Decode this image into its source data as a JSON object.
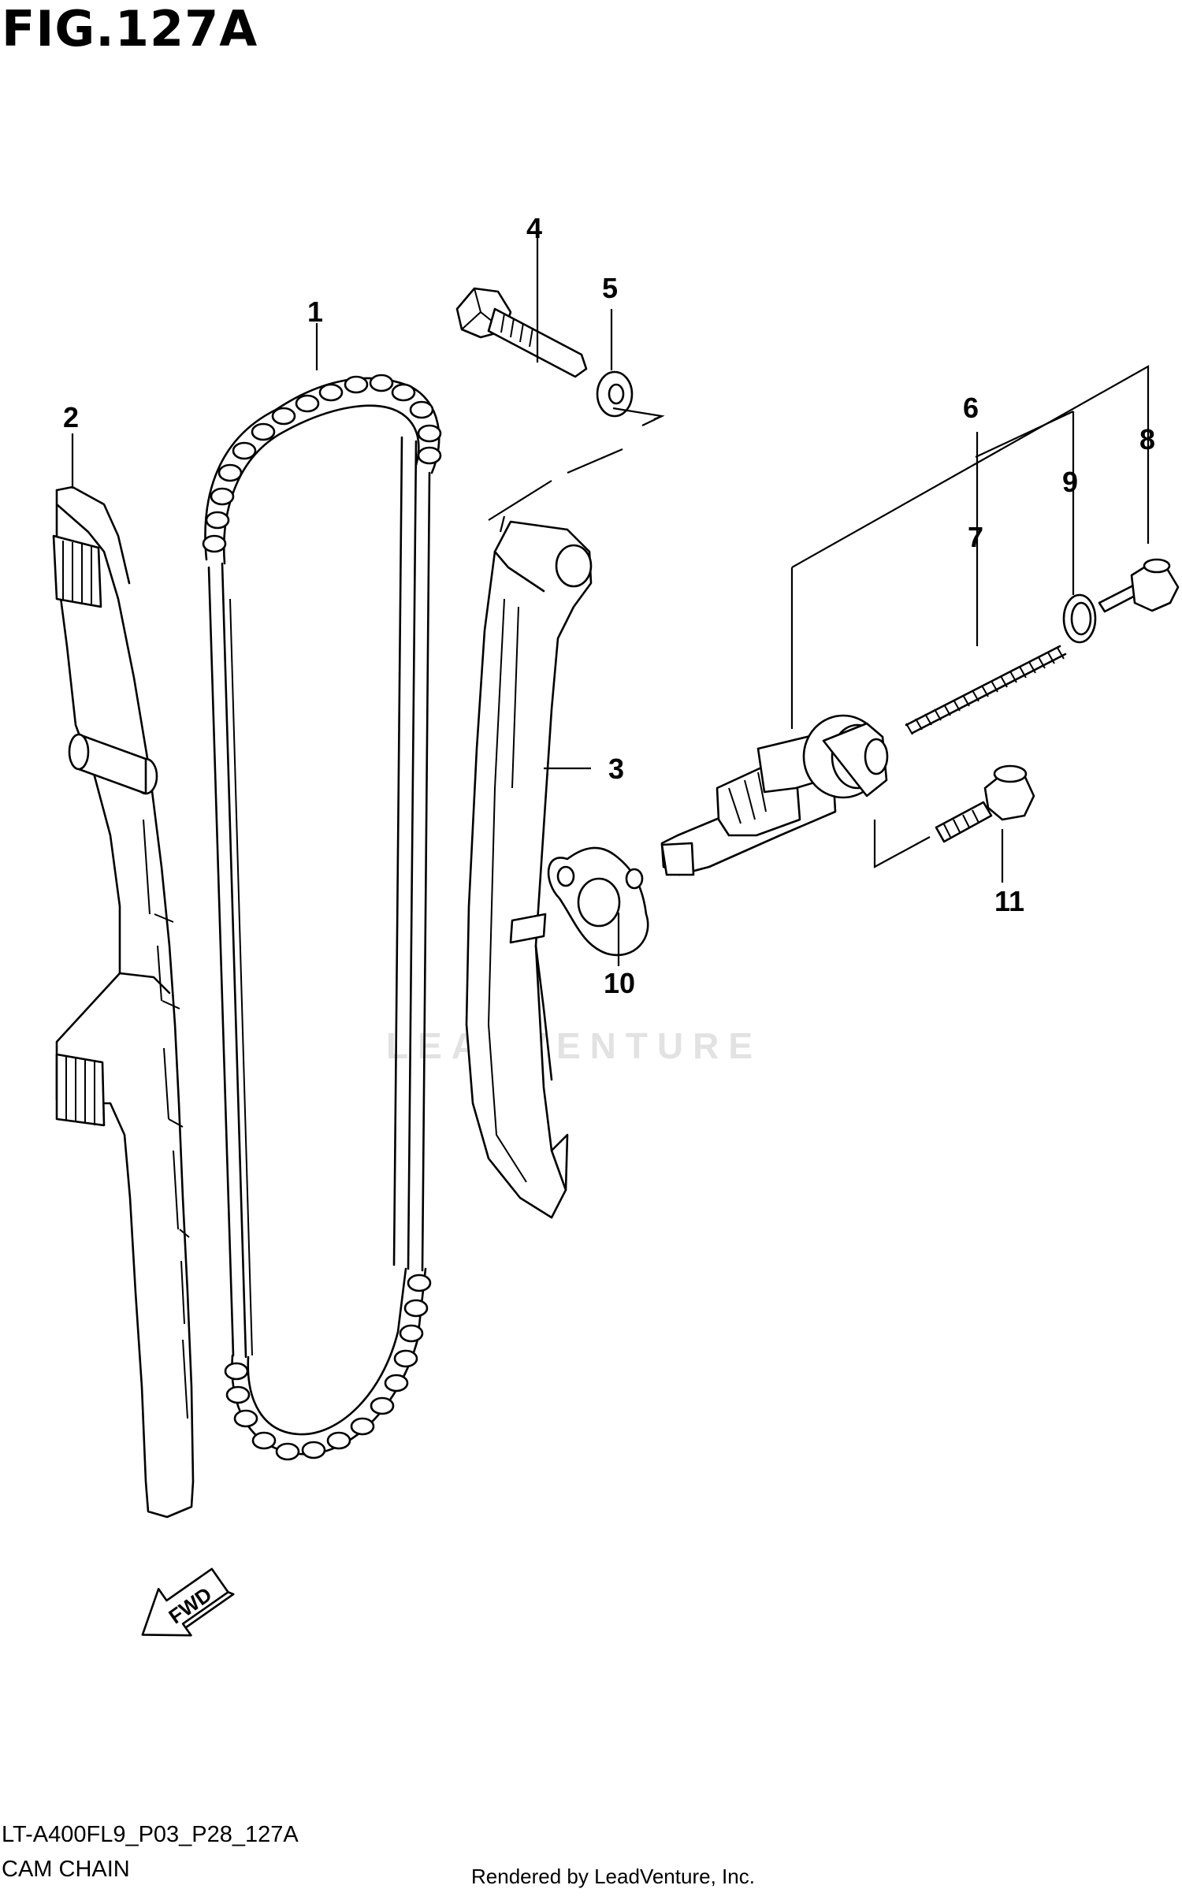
{
  "figure": {
    "title": "FIG.127A"
  },
  "callouts": [
    {
      "id": "1",
      "label": "1"
    },
    {
      "id": "2",
      "label": "2"
    },
    {
      "id": "3",
      "label": "3"
    },
    {
      "id": "4",
      "label": "4"
    },
    {
      "id": "5",
      "label": "5"
    },
    {
      "id": "6",
      "label": "6"
    },
    {
      "id": "7",
      "label": "7"
    },
    {
      "id": "8",
      "label": "8"
    },
    {
      "id": "9",
      "label": "9"
    },
    {
      "id": "10",
      "label": "10"
    },
    {
      "id": "11",
      "label": "11"
    }
  ],
  "fwd_arrow": {
    "label": "FWD"
  },
  "watermark": {
    "text": "LEADVENTURE"
  },
  "footer": {
    "diagram_code": "LT-A400FL9_P03_P28_127A",
    "diagram_name": "CAM CHAIN",
    "credit": "Rendered by LeadVenture, Inc."
  }
}
